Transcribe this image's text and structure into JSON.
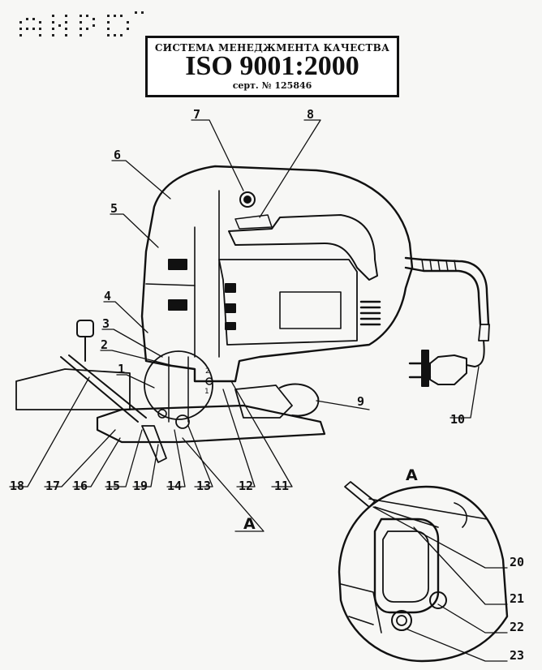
{
  "certificate": {
    "line1": "СИСТЕМА МЕНЕДЖМЕНТА КАЧЕСТВА",
    "line2": "ISO 9001:2000",
    "line3": "серт. № 125846"
  },
  "callouts": [
    "1",
    "2",
    "3",
    "4",
    "5",
    "6",
    "7",
    "8",
    "9",
    "10",
    "11",
    "12",
    "13",
    "14",
    "15",
    "16",
    "17",
    "18",
    "19",
    "20",
    "21",
    "22",
    "23"
  ],
  "section_marks": {
    "main": "A",
    "detail": "A"
  },
  "colors": {
    "ink": "#111111",
    "paper": "#f7f7f5"
  }
}
